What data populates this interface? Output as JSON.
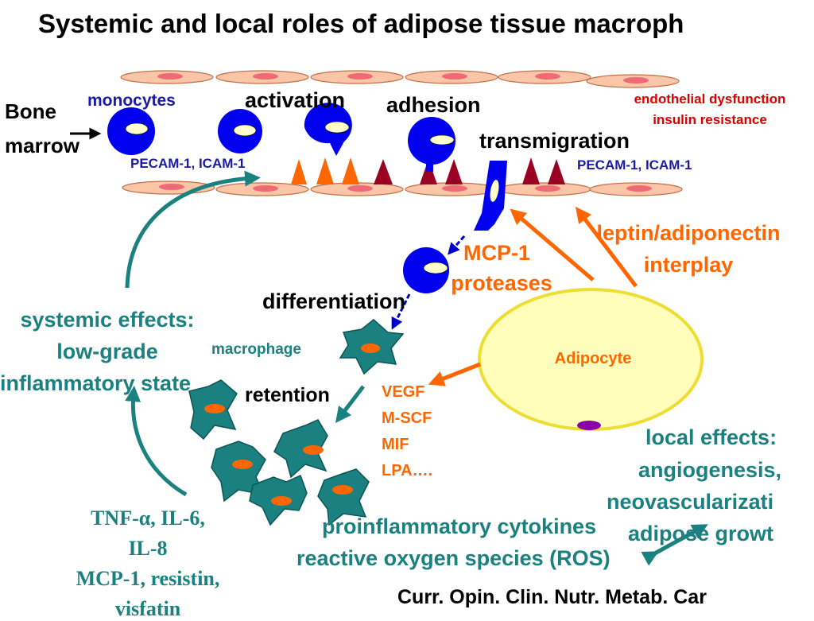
{
  "title": "Systemic and local roles of adipose tissue macroph",
  "labels": {
    "bone": "Bone",
    "marrow": "marrow",
    "monocytes": "monocytes",
    "activation": "activation",
    "adhesion": "adhesion",
    "transmigration": "transmigration",
    "endothelial": "endothelial dysfunction",
    "insulin": "insulin resistance",
    "pecam_left": "PECAM-1, ICAM-1",
    "pecam_right": "PECAM-1, ICAM-1",
    "leptin1": "leptin/adiponectin",
    "leptin2": "interplay",
    "mcp1": "MCP-1",
    "proteases": "proteases",
    "differentiation": "differentiation",
    "macrophage": "macrophage",
    "retention": "retention",
    "adipocyte": "Adipocyte",
    "vegf": "VEGF",
    "mscf": "M-SCF",
    "mif": "MIF",
    "lpa": "LPA….",
    "sys1": "systemic effects:",
    "sys2": "low-grade",
    "sys3": "inflammatory state",
    "local1": "local effects:",
    "local2": "angiogenesis,",
    "local3": "neovascularizati",
    "local4": "adipose growt",
    "tnf1": "TNF-α, IL-6,",
    "tnf2": "IL-8",
    "tnf3": "MCP-1, resistin,",
    "tnf4": "visfatin",
    "pro1": "proinflammatory cytokines",
    "pro2": "reactive oxygen species (ROS)",
    "citation": "Curr. Opin. Clin. Nutr. Metab. Car"
  },
  "colors": {
    "blue": "#0000ee",
    "navy": "#1a1aaa",
    "teal": "#1a8080",
    "orange": "#ff6600",
    "red": "#dd0000",
    "endothelium": "#fbc6a8",
    "endothelium_nucleus": "#ee6b75",
    "adipocyte_fill": "#ffffbb",
    "adipocyte_stroke": "#eedd33"
  }
}
